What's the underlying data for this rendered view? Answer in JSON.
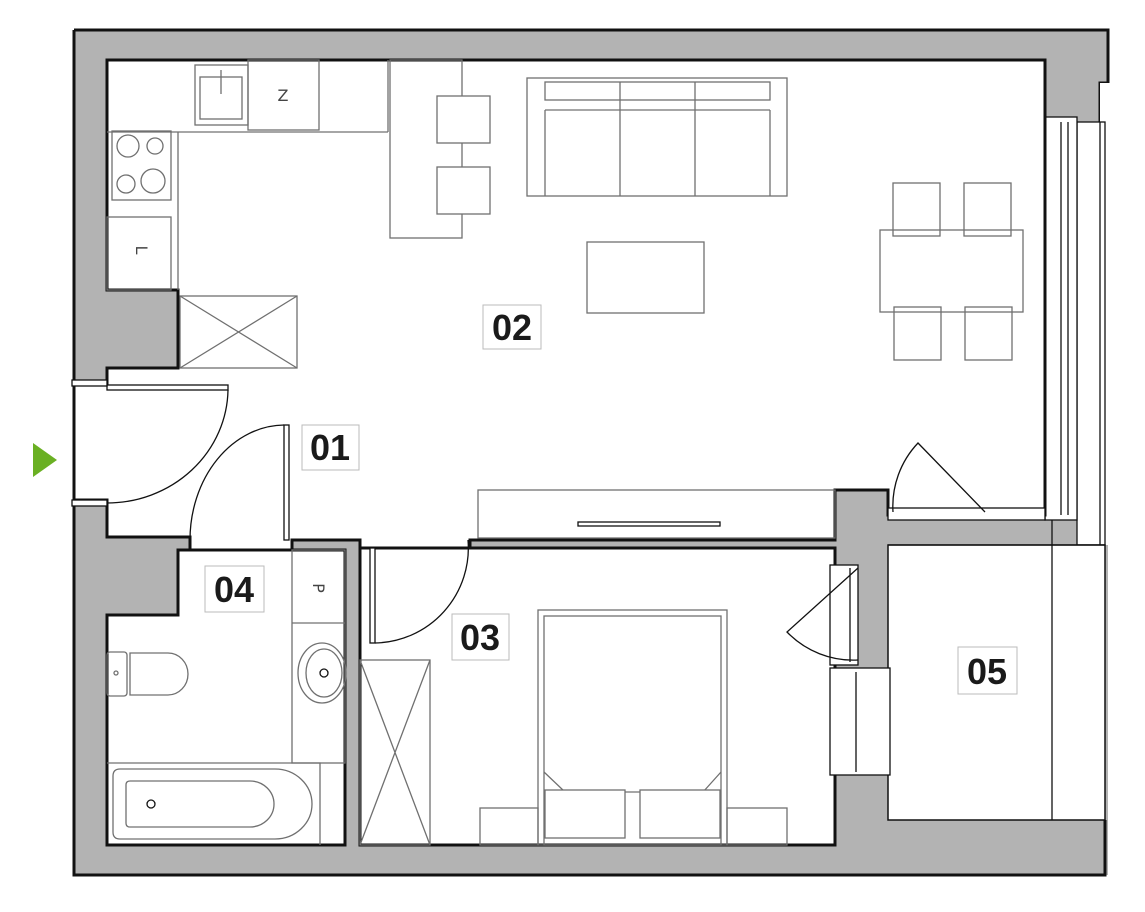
{
  "colors": {
    "wall": "#b3b3b3",
    "entrance_arrow": "#6ab023",
    "line": "#111111"
  },
  "rooms": [
    {
      "id": "01"
    },
    {
      "id": "02"
    },
    {
      "id": "03"
    },
    {
      "id": "04"
    },
    {
      "id": "05"
    }
  ],
  "fixtures": {
    "fridge": "Z",
    "dishwasher": "L",
    "washer": "P"
  },
  "icons": {
    "entrance": "entrance-arrow-icon"
  }
}
